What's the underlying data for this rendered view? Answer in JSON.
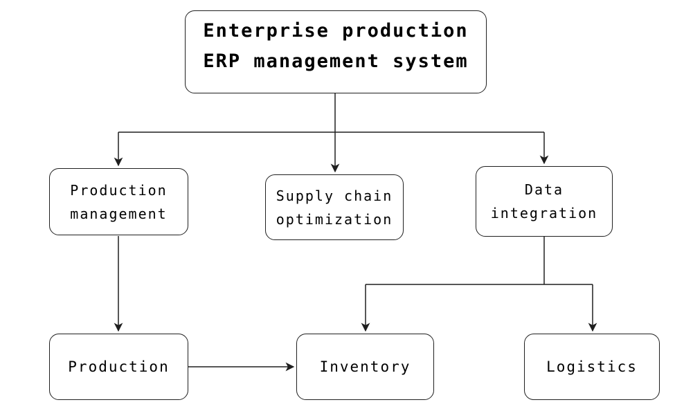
{
  "colors": {
    "background": "#ffffff",
    "line": "#1f1f1f",
    "box_border": "#1f1f1f",
    "text": "#000000"
  },
  "nodes": {
    "root": {
      "label": "Enterprise production\nERP management system"
    },
    "production_management": {
      "label": "Production\nmanagement"
    },
    "supply_chain": {
      "label": "Supply chain\noptimization"
    },
    "data_integration": {
      "label": "Data\nintegration"
    },
    "production": {
      "label": "Production"
    },
    "inventory": {
      "label": "Inventory"
    },
    "logistics": {
      "label": "Logistics"
    }
  },
  "edges": [
    {
      "from": "root",
      "to": "production_management"
    },
    {
      "from": "root",
      "to": "supply_chain"
    },
    {
      "from": "root",
      "to": "data_integration"
    },
    {
      "from": "production_management",
      "to": "production"
    },
    {
      "from": "production",
      "to": "inventory"
    },
    {
      "from": "data_integration",
      "to": "inventory"
    },
    {
      "from": "data_integration",
      "to": "logistics"
    }
  ]
}
